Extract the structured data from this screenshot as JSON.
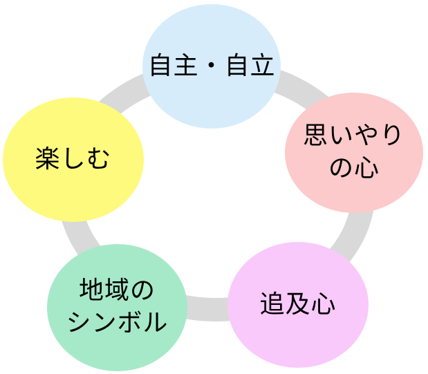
{
  "diagram": {
    "ring_color": "#d9d9d9",
    "nodes": [
      {
        "label": "自主・自立",
        "color": "#d6ecfb"
      },
      {
        "label": "思いやり\nの心",
        "color": "#fccaca"
      },
      {
        "label": "追及心",
        "color": "#f9c9fb"
      },
      {
        "label": "地域の\nシンボル",
        "color": "#a6e9c9"
      },
      {
        "label": "楽しむ",
        "color": "#fdfa7e"
      }
    ]
  }
}
